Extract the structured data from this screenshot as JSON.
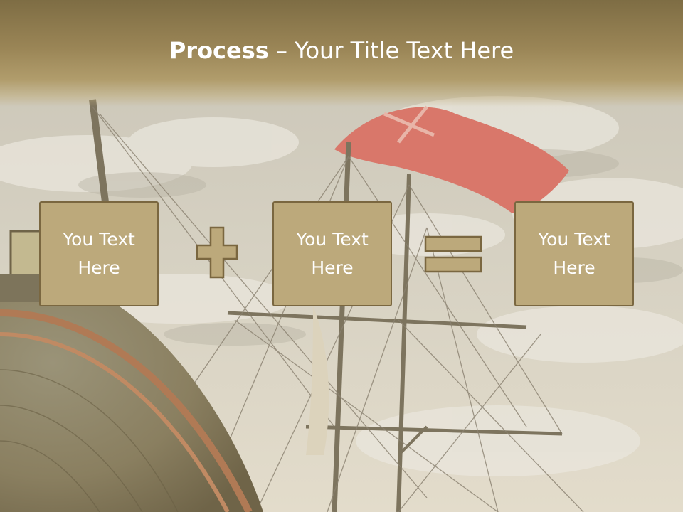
{
  "slide": {
    "title_bold": "Process",
    "title_separator": " – ",
    "title_rest": "Your Title Text Here",
    "boxes": [
      {
        "text": "You Text\nHere"
      },
      {
        "text": "You Text\nHere"
      },
      {
        "text": "You Text\nHere"
      }
    ],
    "operators": [
      "plus-icon",
      "equals-icon"
    ],
    "colors": {
      "title_bar": "#9a8556",
      "box_fill": "#bca97b",
      "box_border": "#7a6740",
      "text": "#ffffff"
    }
  }
}
